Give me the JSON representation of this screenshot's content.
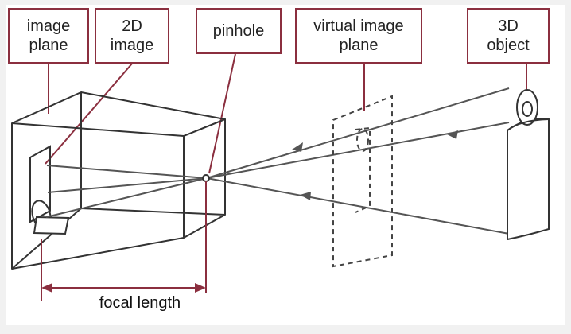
{
  "labels": {
    "image_plane": "image\nplane",
    "image_2d": "2D\nimage",
    "pinhole": "pinhole",
    "virtual_image_plane": "virtual image\nplane",
    "object_3d": "3D\nobject",
    "focal_length": "focal length"
  },
  "colors": {
    "outer_background": "#f1f1f1",
    "canvas_background": "#ffffff",
    "label_border": "#8b2f3f",
    "leader_line": "#8b2f3f",
    "diagram_line": "#333333",
    "ray_line": "#555555",
    "dashed_plane": "#444444",
    "dimension_line": "#8b2f3f"
  },
  "icons": {
    "pinhole_marker": "small-circle",
    "candle_flame": "flame-outline",
    "ray_arrow": "arrowhead"
  }
}
